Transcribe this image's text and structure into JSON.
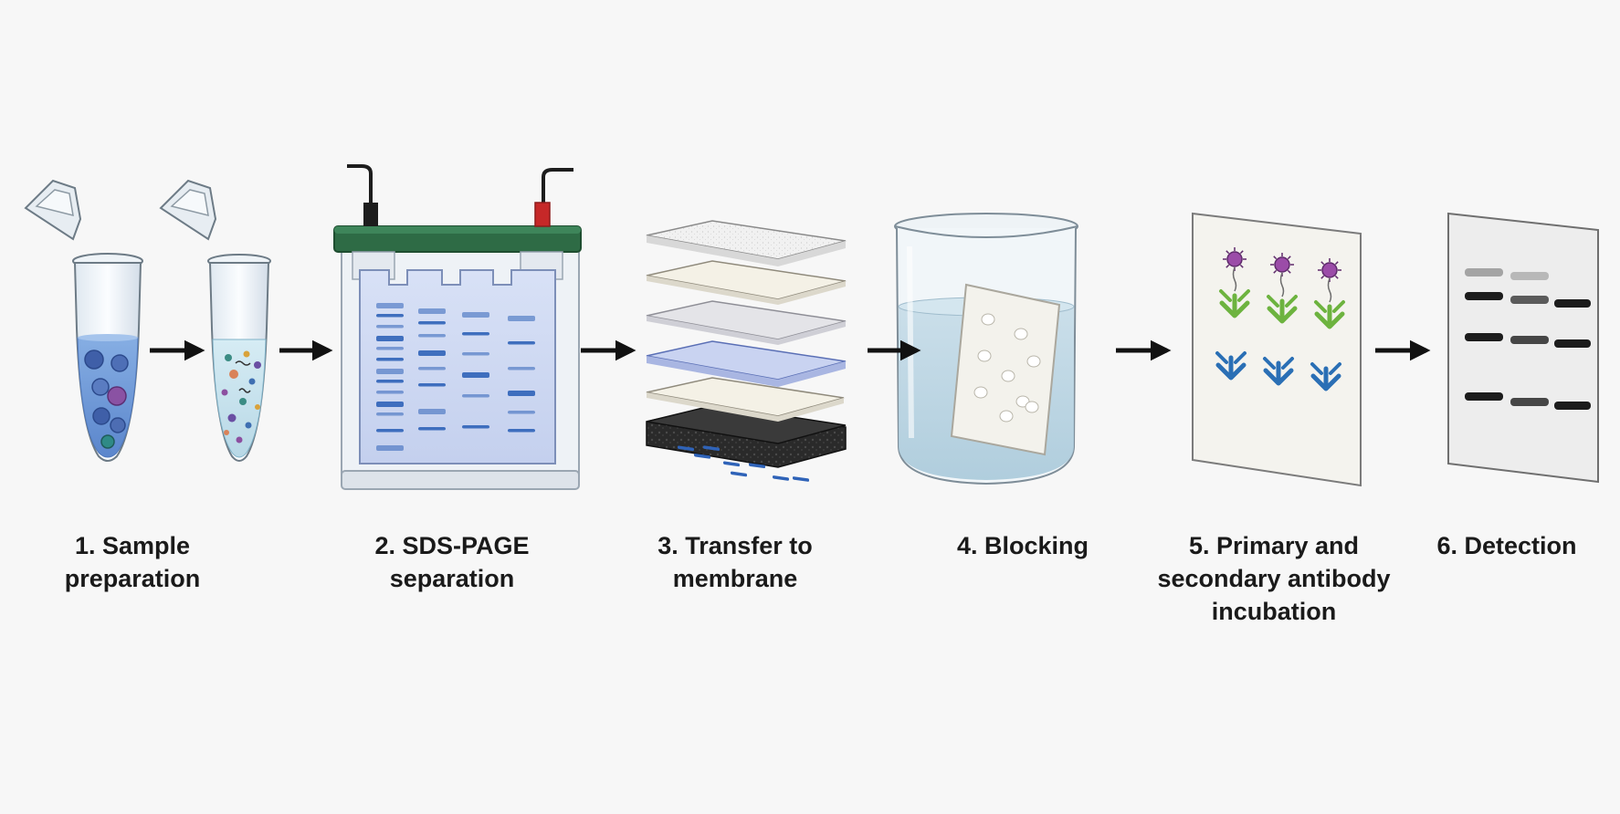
{
  "workflow": {
    "steps": [
      {
        "name": "sample-preparation",
        "lines": [
          "1. Sample",
          "preparation"
        ]
      },
      {
        "name": "sds-page-separation",
        "lines": [
          "2. SDS-PAGE",
          "separation"
        ]
      },
      {
        "name": "transfer-to-membrane",
        "lines": [
          "3. Transfer to",
          "membrane"
        ]
      },
      {
        "name": "blocking",
        "lines": [
          "4. Blocking"
        ]
      },
      {
        "name": "antibody-incubation",
        "lines": [
          "5. Primary and",
          "secondary antibody",
          "incubation"
        ]
      },
      {
        "name": "detection",
        "lines": [
          "6. Detection"
        ]
      }
    ]
  },
  "colors": {
    "background": "#f7f7f7",
    "gel_band": "#2f63b8",
    "lid_green": "#2e6b45",
    "electrode_red": "#c62828",
    "primary_antibody": "#6db33f",
    "secondary_antibody": "#2a6fb5",
    "enzyme_label": "#9b4ca8",
    "detection_band": "#1c1c1c",
    "arrow": "#111111"
  },
  "icons": [
    "microtube-cells-icon",
    "microtube-lysate-icon",
    "electrophoresis-tank-icon",
    "transfer-stack-icon",
    "beaker-membrane-icon",
    "antibody-membrane-icon",
    "blot-film-icon"
  ]
}
